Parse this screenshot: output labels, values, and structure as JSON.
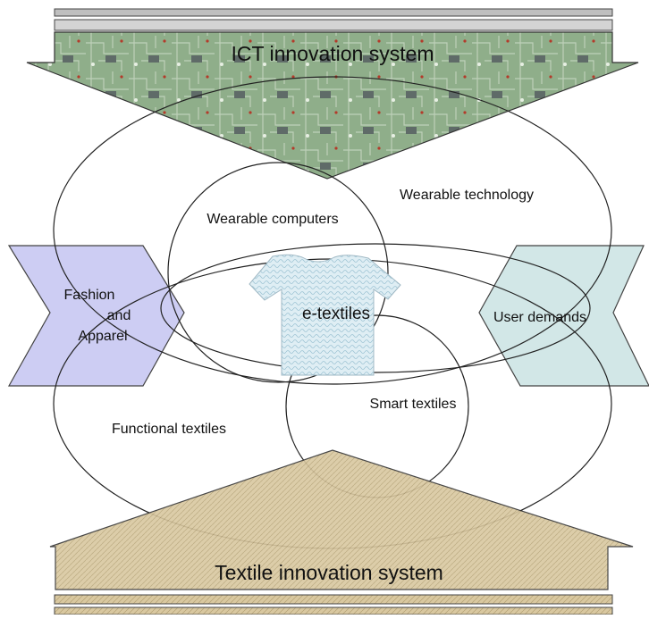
{
  "ict_system": {
    "label": "ICT innovation system"
  },
  "textile_system": {
    "label": "Textile innovation system"
  },
  "domains": {
    "wearable_technology": "Wearable technology",
    "wearable_computers": "Wearable computers",
    "smart_textiles": "Smart textiles",
    "functional_textiles": "Functional textiles",
    "etextiles": "e-textiles"
  },
  "side_arrows": {
    "left_lines": [
      "Fashion",
      "and",
      "Apparel"
    ],
    "right": "User demands"
  },
  "colors": {
    "ict_fill": "#8fae8a",
    "ict_chip": "#5f6b68",
    "textile_fill": "#d9c8a0",
    "fashion_fill": "#c9c9f2",
    "user_fill": "#cfe6e6",
    "shirt_fill": "#dfeef4",
    "outline": "#222222"
  },
  "icons": [
    "circuit-board-texture",
    "tshirt-icon",
    "fabric-texture"
  ]
}
